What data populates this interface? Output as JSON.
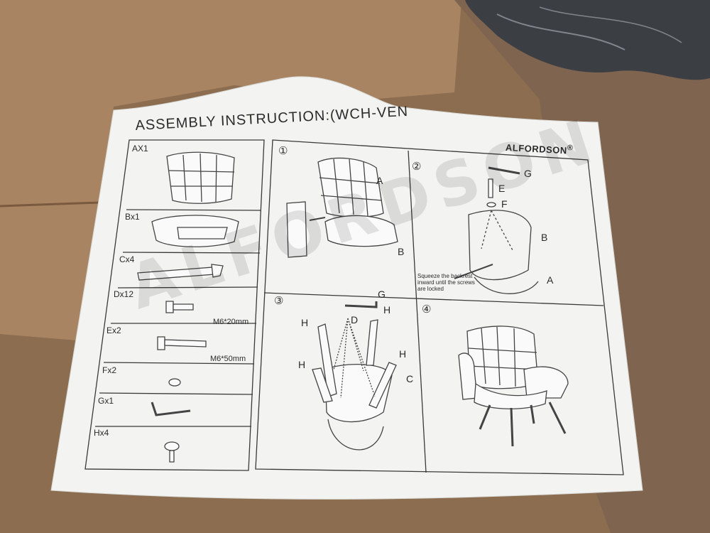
{
  "sheet": {
    "title": "ASSEMBLY INSTRUCTION:(WCH-VEN",
    "brand": "ALFORDSON",
    "brand_mark": "®",
    "watermark": "ALFORDSON"
  },
  "parts": [
    {
      "label": "AX1",
      "spec": ""
    },
    {
      "label": "Bx1",
      "spec": ""
    },
    {
      "label": "Cx4",
      "spec": ""
    },
    {
      "label": "Dx12",
      "spec": "M6*20mm"
    },
    {
      "label": "Ex2",
      "spec": "M6*50mm"
    },
    {
      "label": "Fx2",
      "spec": ""
    },
    {
      "label": "Gx1",
      "spec": ""
    },
    {
      "label": "Hx4",
      "spec": ""
    }
  ],
  "steps": {
    "s1": {
      "num": "①",
      "labels": [
        "A",
        "B"
      ]
    },
    "s2": {
      "num": "②",
      "labels": [
        "G",
        "E",
        "F",
        "B",
        "A"
      ],
      "note": "Squeeze the backrest inward until the screws are locked"
    },
    "s3": {
      "num": "③",
      "labels": [
        "G",
        "D",
        "H",
        "H",
        "H",
        "H",
        "C"
      ]
    },
    "s4": {
      "num": "④"
    }
  },
  "colors": {
    "floor": "#8a6a4c",
    "cardboard": "#a98360",
    "paper": "#f3f3f1",
    "ink": "#2b2b2b",
    "plastic": "#3b3f44"
  }
}
